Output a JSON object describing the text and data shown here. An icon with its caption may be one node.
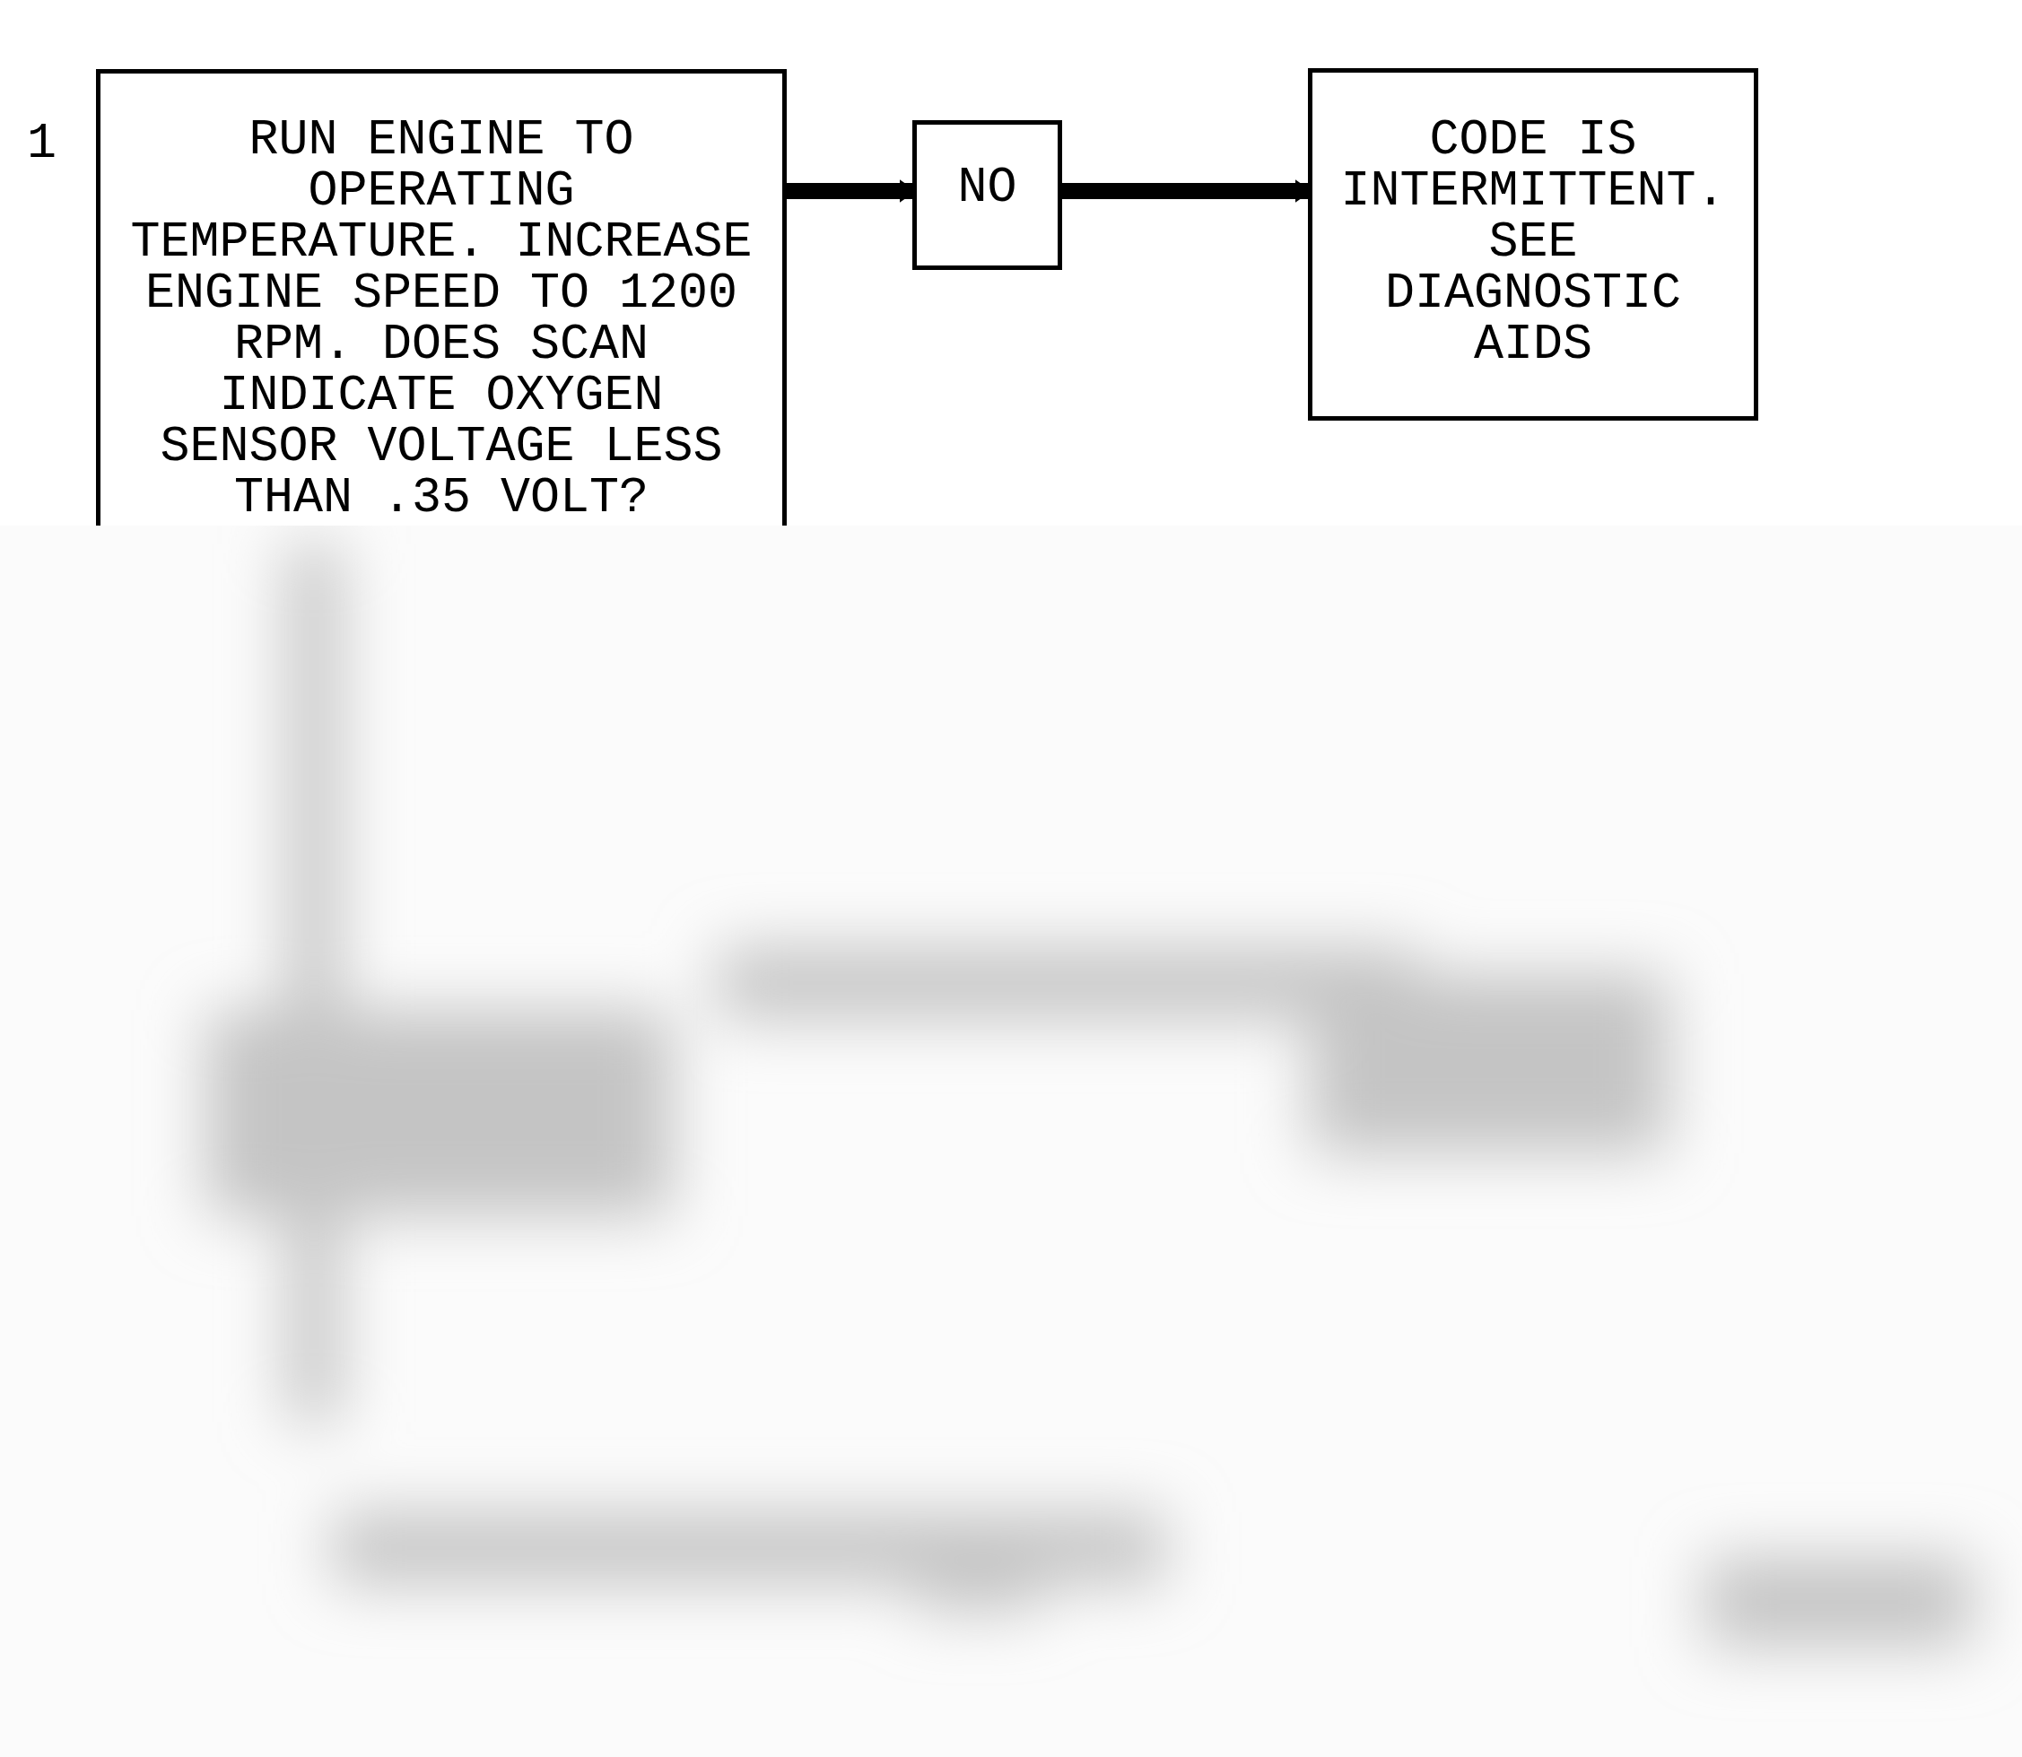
{
  "diagram": {
    "nodes": [
      {
        "text": [
          "RUN ENGINE TO OPERATING TEMPERATURE. INCREASE ENGINE SPEED TO 1200 RPM. DOES SCAN INDICATE OXYGEN SENSOR VOLTAGE LESS THAN .35 VOLT?"
        ],
        "beside": [
          "1"
        ]
      },
      {
        "text": [
          "NO"
        ]
      },
      {
        "text": [
          "CODE IS INTERMITTENT. SEE DIAGNOSTIC AIDS"
        ]
      }
    ],
    "edges": [
      {
        "from": 0,
        "to": 1,
        "arrow": "to"
      },
      {
        "from": 1,
        "to": 2,
        "arrow": "to"
      }
    ]
  }
}
